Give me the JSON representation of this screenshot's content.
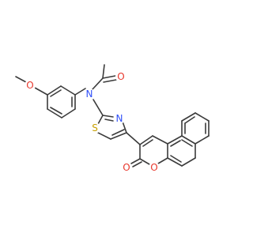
{
  "molecule": {
    "atoms": [
      {
        "id": "o_methoxy",
        "symbol": "O",
        "color": "#e8372c"
      },
      {
        "id": "n_amide",
        "symbol": "N",
        "color": "#3050f8"
      },
      {
        "id": "o_acetyl",
        "symbol": "O",
        "color": "#e8372c"
      },
      {
        "id": "s_thiazole",
        "symbol": "S",
        "color": "#c8a000"
      },
      {
        "id": "n_thiazole",
        "symbol": "N",
        "color": "#3050f8"
      },
      {
        "id": "o_lactone_carbonyl",
        "symbol": "O",
        "color": "#e8372c"
      },
      {
        "id": "o_lactone_ring",
        "symbol": "O",
        "color": "#e8372c"
      }
    ]
  },
  "colors": {
    "bond": "#3b3b3b",
    "background": "#ffffff"
  }
}
